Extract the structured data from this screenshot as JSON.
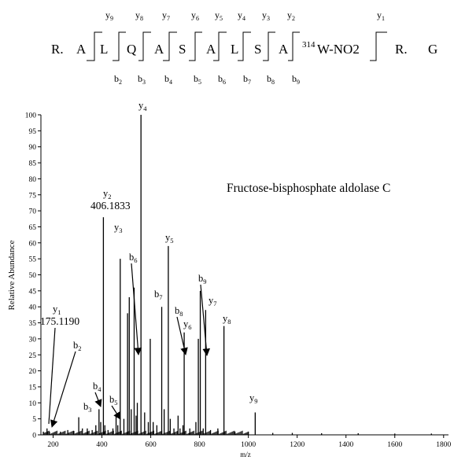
{
  "sequence": {
    "residues": [
      "R.",
      "A",
      "L",
      "Q",
      "A",
      "S",
      "A",
      "L",
      "S",
      "A",
      "W-NO2",
      "R.",
      "G"
    ],
    "modification_superscript": "314",
    "y_ions": [
      "9",
      "8",
      "7",
      "6",
      "5",
      "4",
      "3",
      "2",
      "1"
    ],
    "b_ions": [
      "2",
      "3",
      "4",
      "5",
      "6",
      "7",
      "8",
      "9"
    ]
  },
  "chart_data": {
    "type": "bar",
    "title": "Fructose-bisphosphate aldolase C",
    "xlabel": "m/z",
    "ylabel": "Relative Abundance",
    "xlim": [
      150,
      1820
    ],
    "ylim": [
      0,
      100
    ],
    "xticks": [
      200,
      400,
      600,
      800,
      1000,
      1200,
      1400,
      1600,
      1800
    ],
    "yticks": [
      0,
      5,
      10,
      15,
      20,
      25,
      30,
      35,
      40,
      45,
      50,
      55,
      60,
      65,
      70,
      75,
      80,
      85,
      90,
      95,
      100
    ],
    "peaks": [
      {
        "x": 160,
        "y": 1
      },
      {
        "x": 175,
        "y": 2
      },
      {
        "x": 185,
        "y": 1
      },
      {
        "x": 230,
        "y": 1
      },
      {
        "x": 260,
        "y": 1.5
      },
      {
        "x": 285,
        "y": 1.2
      },
      {
        "x": 305,
        "y": 5.5
      },
      {
        "x": 320,
        "y": 2
      },
      {
        "x": 340,
        "y": 2
      },
      {
        "x": 360,
        "y": 1.5
      },
      {
        "x": 375,
        "y": 3
      },
      {
        "x": 388,
        "y": 8
      },
      {
        "x": 395,
        "y": 4
      },
      {
        "x": 406,
        "y": 68
      },
      {
        "x": 412,
        "y": 3
      },
      {
        "x": 425,
        "y": 1.5
      },
      {
        "x": 445,
        "y": 2
      },
      {
        "x": 458,
        "y": 6
      },
      {
        "x": 465,
        "y": 3
      },
      {
        "x": 475,
        "y": 55
      },
      {
        "x": 490,
        "y": 5
      },
      {
        "x": 505,
        "y": 38
      },
      {
        "x": 512,
        "y": 43
      },
      {
        "x": 520,
        "y": 8
      },
      {
        "x": 532,
        "y": 46
      },
      {
        "x": 540,
        "y": 6
      },
      {
        "x": 545,
        "y": 10
      },
      {
        "x": 560,
        "y": 100
      },
      {
        "x": 575,
        "y": 7
      },
      {
        "x": 590,
        "y": 4
      },
      {
        "x": 598,
        "y": 30
      },
      {
        "x": 610,
        "y": 4
      },
      {
        "x": 625,
        "y": 3
      },
      {
        "x": 645,
        "y": 40
      },
      {
        "x": 655,
        "y": 8
      },
      {
        "x": 672,
        "y": 59
      },
      {
        "x": 680,
        "y": 5
      },
      {
        "x": 695,
        "y": 2
      },
      {
        "x": 712,
        "y": 6
      },
      {
        "x": 720,
        "y": 2
      },
      {
        "x": 732,
        "y": 3
      },
      {
        "x": 737,
        "y": 32
      },
      {
        "x": 760,
        "y": 2
      },
      {
        "x": 785,
        "y": 4
      },
      {
        "x": 795,
        "y": 30
      },
      {
        "x": 803,
        "y": 45
      },
      {
        "x": 815,
        "y": 2
      },
      {
        "x": 825,
        "y": 39
      },
      {
        "x": 845,
        "y": 1.5
      },
      {
        "x": 875,
        "y": 2
      },
      {
        "x": 900,
        "y": 34
      },
      {
        "x": 945,
        "y": 1
      },
      {
        "x": 1000,
        "y": 1
      },
      {
        "x": 1028,
        "y": 7
      },
      {
        "x": 1100,
        "y": 0.6
      },
      {
        "x": 1180,
        "y": 0.6
      },
      {
        "x": 1300,
        "y": 0.5
      },
      {
        "x": 1450,
        "y": 0.5
      },
      {
        "x": 1600,
        "y": 0.4
      },
      {
        "x": 1750,
        "y": 0.4
      }
    ],
    "labels": [
      {
        "ion": "y",
        "sub": "1",
        "mz": "175.1190",
        "x": 175,
        "y": 2
      },
      {
        "ion": "b",
        "sub": "2",
        "x": 186,
        "y": 1
      },
      {
        "ion": "b",
        "sub": "3",
        "x": 305,
        "y": 5.5
      },
      {
        "ion": "b",
        "sub": "4",
        "x": 388,
        "y": 8
      },
      {
        "ion": "y",
        "sub": "2",
        "mz": "406.1833",
        "x": 406,
        "y": 68
      },
      {
        "ion": "b",
        "sub": "5",
        "x": 458,
        "y": 6
      },
      {
        "ion": "y",
        "sub": "3",
        "x": 475,
        "y": 55
      },
      {
        "ion": "b",
        "sub": "6",
        "x": 532,
        "y": 46
      },
      {
        "ion": "y",
        "sub": "4",
        "x": 560,
        "y": 100
      },
      {
        "ion": "b",
        "sub": "7",
        "x": 645,
        "y": 40
      },
      {
        "ion": "y",
        "sub": "5",
        "x": 672,
        "y": 59
      },
      {
        "ion": "b",
        "sub": "8",
        "x": 737,
        "y": 32
      },
      {
        "ion": "y",
        "sub": "6",
        "x": 737,
        "y": 32
      },
      {
        "ion": "b",
        "sub": "9",
        "x": 803,
        "y": 45
      },
      {
        "ion": "y",
        "sub": "7",
        "x": 825,
        "y": 39
      },
      {
        "ion": "y",
        "sub": "8",
        "x": 900,
        "y": 34
      },
      {
        "ion": "y",
        "sub": "9",
        "x": 1028,
        "y": 7
      }
    ]
  }
}
